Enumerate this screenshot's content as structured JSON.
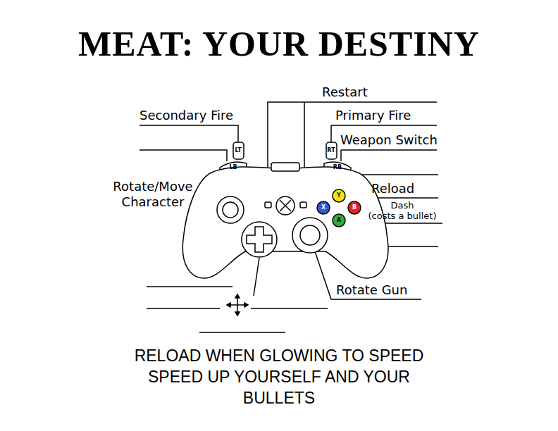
{
  "diagram": {
    "title": "MEAT: YOUR DESTINY",
    "caption": "RELOAD WHEN GLOWING TO SPEED SPEED UP YOURSELF AND YOUR BULLETS",
    "labels": [
      "Restart",
      "Secondary Fire",
      "Primary Fire",
      "Weapon Switch",
      "Rotate/Move Character",
      "Reload",
      "Dash",
      "(costs a bullet)",
      "Rotate Gun",
      "LT",
      "LB",
      "RT",
      "RB",
      "Y",
      "X",
      "B",
      "A"
    ]
  }
}
